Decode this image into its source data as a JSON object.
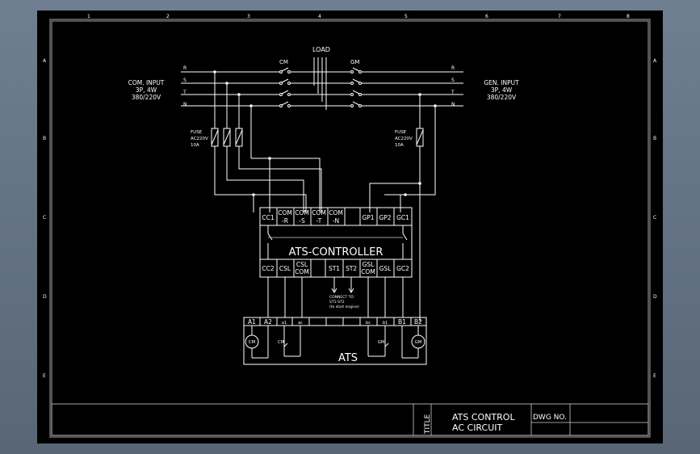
{
  "grid": {
    "cols": [
      "1",
      "2",
      "3",
      "4",
      "5",
      "6",
      "7",
      "8"
    ],
    "rows": [
      "A",
      "B",
      "C",
      "D",
      "E"
    ]
  },
  "load_label": "LOAD",
  "cm_label": "CM",
  "gm_label": "GM",
  "phases_left": [
    "R",
    "S",
    "T",
    "N"
  ],
  "phases_right": [
    "R",
    "S",
    "T",
    "N"
  ],
  "com_input": [
    "COM. INPUT",
    "3P, 4W",
    "380/220V"
  ],
  "gen_input": [
    "GEN. INPUT",
    "3P, 4W",
    "380/220V"
  ],
  "fuse_left": [
    "FUSE",
    "AC220V",
    "10A"
  ],
  "fuse_right": [
    "FUSE",
    "AC220V",
    "10A"
  ],
  "controller": {
    "title": "ATS-CONTROLLER",
    "top_terminals": [
      [
        "CC1"
      ],
      [
        "COM",
        "-R"
      ],
      [
        "COM",
        "-S"
      ],
      [
        "COM",
        "-T"
      ],
      [
        "COM",
        "-N"
      ],
      [
        ""
      ],
      [
        "GP1"
      ],
      [
        "GP2"
      ],
      [
        "GC1"
      ]
    ],
    "bottom_terminals": [
      [
        "CC2"
      ],
      [
        "CSL"
      ],
      [
        "CSL",
        "COM"
      ],
      [
        ""
      ],
      [
        "ST1"
      ],
      [
        "ST2"
      ],
      [
        "GSL",
        "COM"
      ],
      [
        "GSL"
      ],
      [
        "GC2"
      ]
    ]
  },
  "note": [
    "CONNECT TO",
    "ST1-ST2",
    "(to start engine)"
  ],
  "ats": {
    "label": "ATS",
    "terminals": [
      "A1",
      "A2",
      "a1",
      "ac",
      "",
      "",
      "",
      "",
      "bc",
      "b1",
      "B1",
      "B2"
    ],
    "motor_left": "CM",
    "motor_right": "GM",
    "switch_left": "CM",
    "switch_right": "GM"
  },
  "title_block": {
    "title_label": "TITLE",
    "title_lines": [
      "ATS CONTROL",
      "AC CIRCUIT"
    ],
    "dwg_label": "DWG NO."
  }
}
